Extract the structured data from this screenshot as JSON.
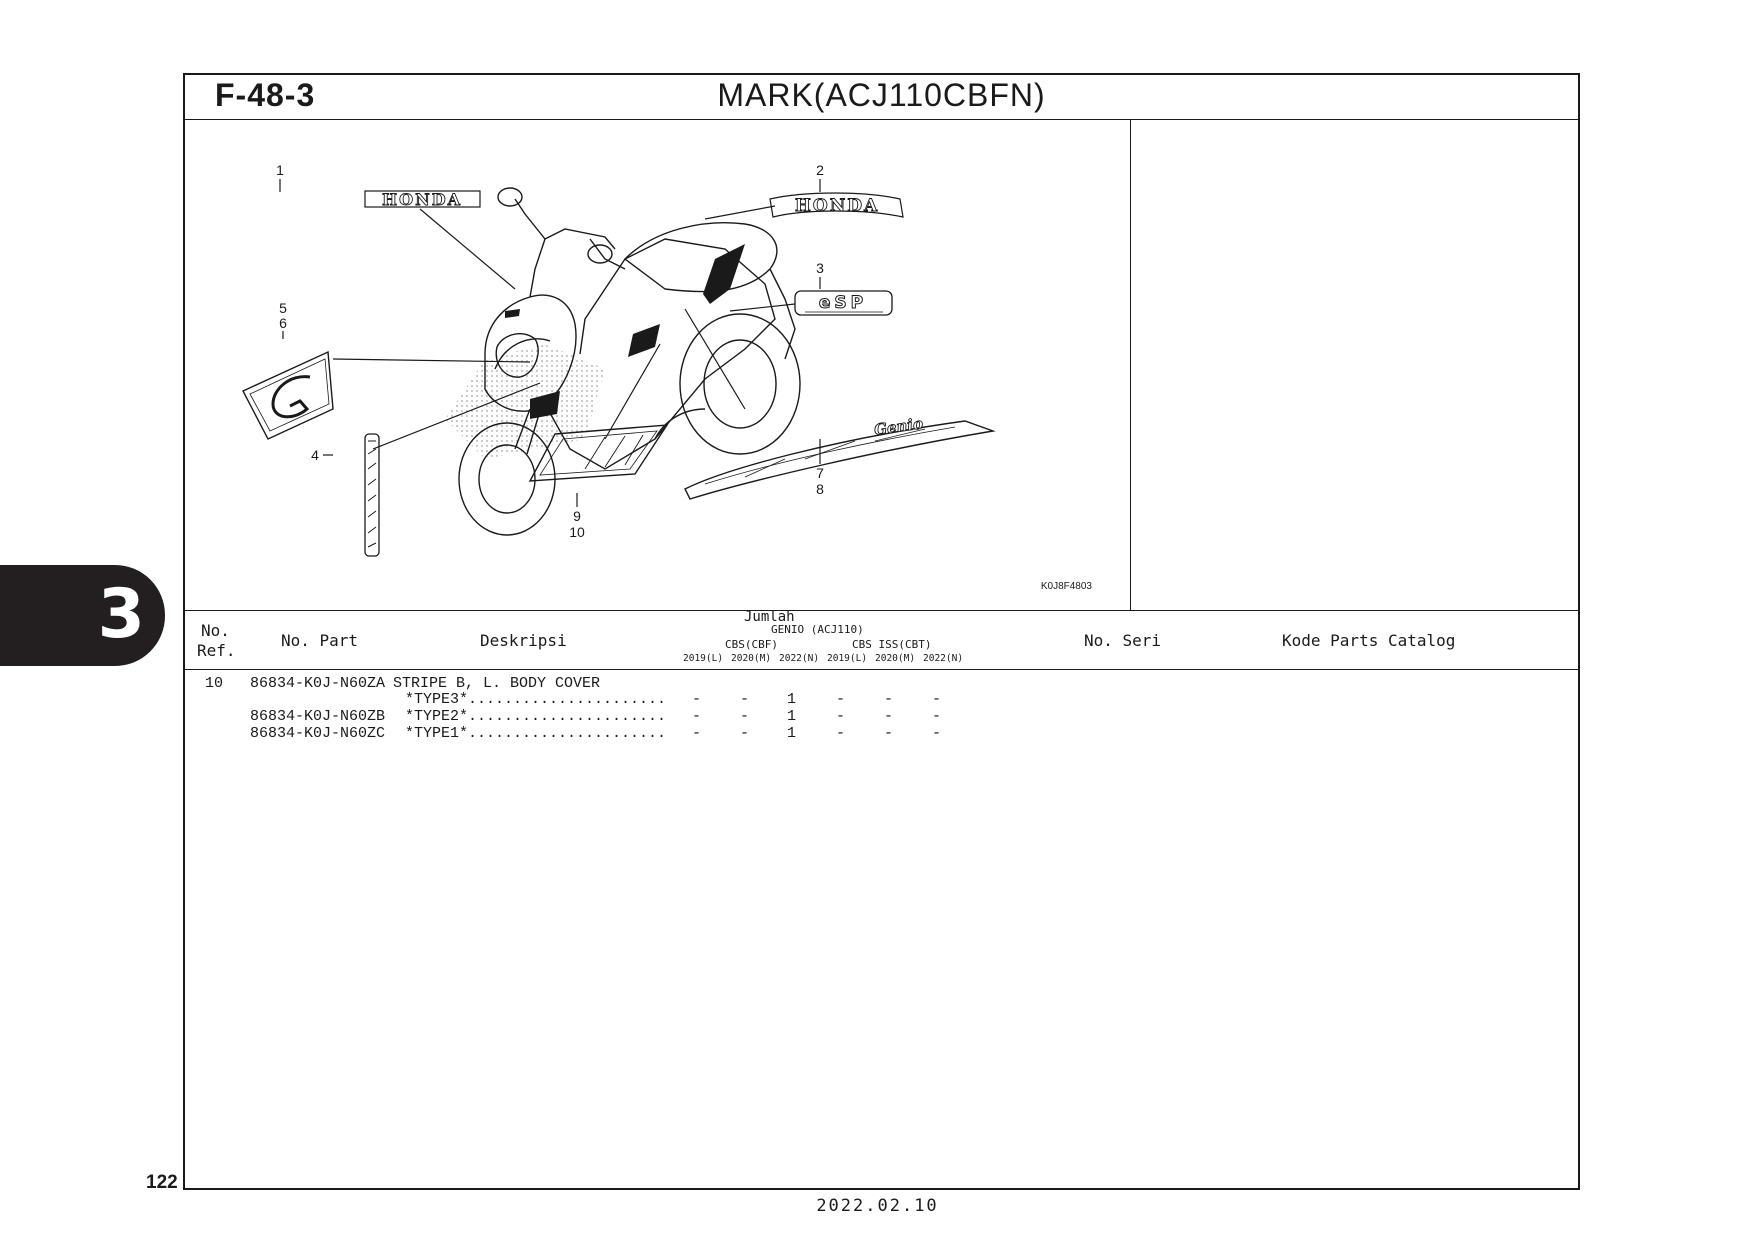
{
  "header": {
    "figure_code": "F-48-3",
    "title": "MARK(ACJ110CBFN)"
  },
  "diagram": {
    "figure_ref": "K0J8F4803",
    "callouts": [
      "1",
      "2",
      "3",
      "4",
      "5",
      "6",
      "7",
      "8",
      "9",
      "10"
    ],
    "decal_text": {
      "honda": "HONDA",
      "esp": "eSP",
      "genio": "Genio"
    }
  },
  "table_header": {
    "ref_line1": "No.",
    "ref_line2": "Ref.",
    "part_no": "No. Part",
    "description": "Deskripsi",
    "quantity": "Jumlah",
    "model": "GENIO (ACJ110)",
    "group_a": "CBS(CBF)",
    "group_b": "CBS ISS(CBT)",
    "years": [
      "2019(L)",
      "2020(M)",
      "2022(N)",
      "2019(L)",
      "2020(M)",
      "2022(N)"
    ],
    "serial": "No. Seri",
    "catalog": "Kode Parts Catalog"
  },
  "rows": [
    {
      "ref": "10",
      "part": "86834-K0J-N60ZA",
      "desc": "STRIPE B, L. BODY COVER"
    },
    {
      "ref": "",
      "part": "",
      "desc": "*TYPE3*......................",
      "qty": [
        "-",
        "-",
        "1",
        "-",
        "-",
        "-"
      ]
    },
    {
      "ref": "",
      "part": "86834-K0J-N60ZB",
      "desc": "*TYPE2*......................",
      "qty": [
        "-",
        "-",
        "1",
        "-",
        "-",
        "-"
      ]
    },
    {
      "ref": "",
      "part": "86834-K0J-N60ZC",
      "desc": "*TYPE1*......................",
      "qty": [
        "-",
        "-",
        "1",
        "-",
        "-",
        "-"
      ]
    }
  ],
  "section_tab": "3",
  "page_number": "122",
  "footer_date": "2022.02.10"
}
